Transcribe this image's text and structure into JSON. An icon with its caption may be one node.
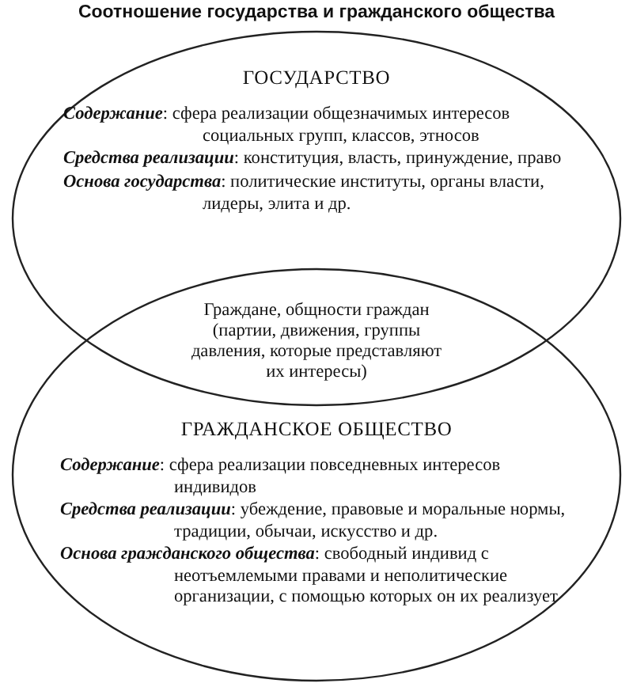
{
  "diagram": {
    "title": "Соотношение государства и гражданского общества",
    "nodes": [
      {
        "text": [
          "ГОСУДАРСТВО",
          "*Содержание*: сфера реализации общезначимых интересов социальных групп, классов, этносов",
          "*Средства реализации*: конституция, власть, принуждение, право",
          "*Основа государства*: политические институты, органы власти, лидеры, элита и др."
        ]
      },
      {
        "text": [
          "Граждане, общности граждан (партии, движения, группы давления, которые представляют их интересы)"
        ]
      },
      {
        "text": [
          "ГРАЖДАНСКОЕ ОБЩЕСТВО",
          "*Содержание*: сфера реализации повседневных интересов индивидов",
          "*Средства реализации*: убеждение, правовые и моральные нормы, традиции, обычаи, искусство и др.",
          "*Основа гражданского общества*: свободный индивид с неотъемлемыми правами и неполитические организации, с помощью которых он их реализует"
        ]
      }
    ],
    "edges": []
  }
}
